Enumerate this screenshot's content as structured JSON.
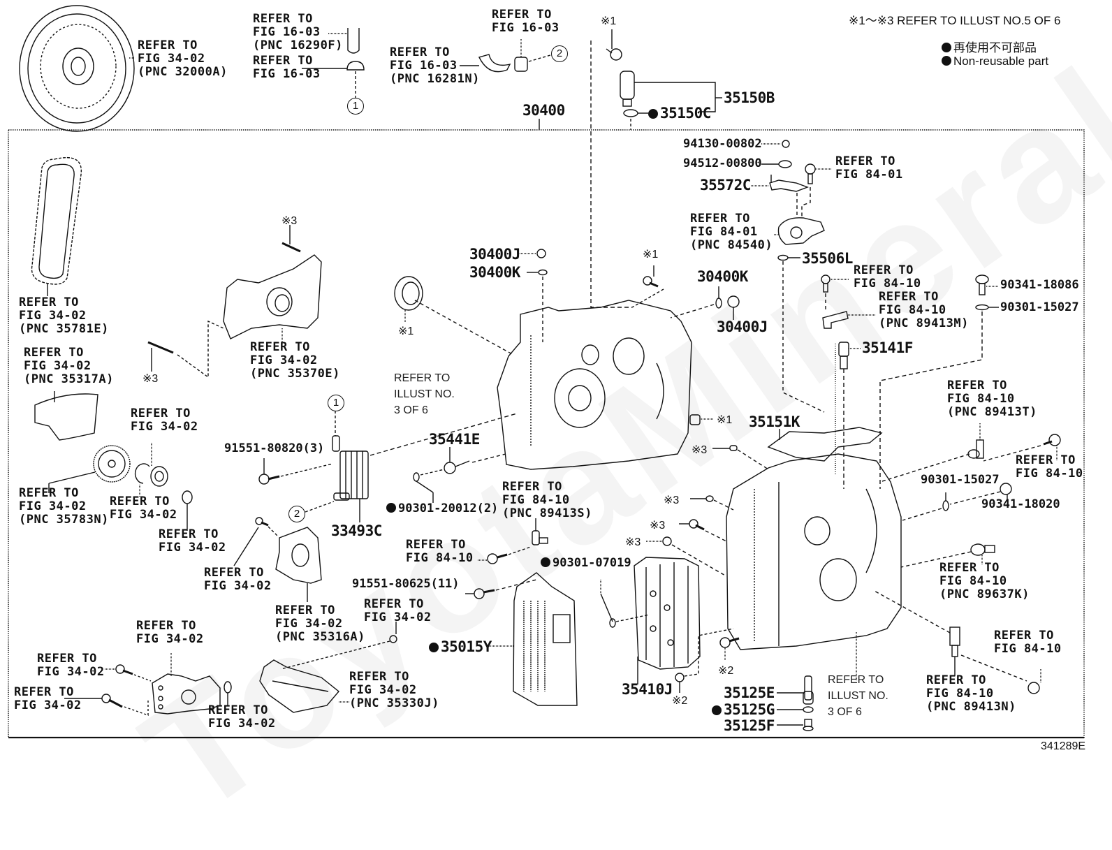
{
  "diagram": {
    "note": "※1～※3 REFER TO ILLUST NO.5 OF 6",
    "legend": [
      {
        "icon": "filled-circle-icon",
        "text": "再使用不可部品"
      },
      {
        "icon": "filled-circle-icon",
        "text": "Non-reusable part"
      }
    ],
    "illustration_id": "341289E",
    "watermark": "ToyotaMineral.ru",
    "assembly_pnc": "30400",
    "callout_1": "1",
    "callout_2": "2",
    "marks": {
      "m1": "※1",
      "m2": "※2",
      "m3": "※3"
    }
  },
  "labels": {
    "torque_converter": "REFER TO\nFIG 34-02\n(PNC 32000A)",
    "pipe_16290F": "REFER TO\nFIG 16-03\n(PNC 16290F)",
    "plug_16_03": "REFER TO\nFIG 16-03",
    "hose_16281N": "REFER TO\nFIG 16-03\n(PNC 16281N)",
    "clamp_16_03": "REFER TO\nFIG 16-03",
    "chain_35781E": "REFER TO\nFIG 34-02\n(PNC 35781E)",
    "guide_35317A": "REFER TO\nFIG 34-02\n(PNC 35317A)",
    "plate_35370E": "REFER TO\nFIG 34-02\n(PNC 35370E)",
    "sprocket_top": "REFER TO\nFIG 34-02",
    "sprocket_35783N": "REFER TO\nFIG 34-02\n(PNC 35783N)",
    "snap_ring": "REFER TO\nFIG 34-02",
    "oring_34_02": "REFER TO\nFIG 34-02",
    "bolt_cover": "REFER TO\nFIG 34-02",
    "cover_35316A": "REFER TO\nFIG 34-02\n(PNC 35316A)",
    "pump_top": "REFER TO\nFIG 34-02",
    "pump_bolt1": "REFER TO\nFIG 34-02",
    "pump_bolt2": "REFER TO\nFIG 34-02",
    "pump_oring": "REFER TO\nFIG 34-02",
    "strainer_bolt": "REFER TO\nFIG 34-02",
    "strainer_35330J": "REFER TO\nFIG 34-02\n(PNC 35330J)",
    "illust3_left": "REFER TO\nILLUST NO.\n3 OF 6",
    "illust3_right": "REFER TO\nILLUST NO.\n3 OF 6",
    "sensor_89413S": "REFER TO\nFIG 84-10\n(PNC 89413S)",
    "bolt_84_10_a": "REFER TO\nFIG 84-10",
    "bolt_84_01": "REFER TO\nFIG 84-01",
    "switch_84540": "REFER TO\nFIG 84-01\n(PNC 84540)",
    "bolt_84_10_b": "REFER TO\nFIG 84-10",
    "sensor_89413M": "REFER TO\nFIG 84-10\n(PNC 89413M)",
    "sensor_89413T": "REFER TO\nFIG 84-10\n(PNC 89413T)",
    "bolt_84_10_c": "REFER TO\nFIG 84-10",
    "sensor_89637K": "REFER TO\nFIG 84-10\n(PNC 89637K)",
    "bolt_84_10_d": "REFER TO\nFIG 84-10",
    "sensor_89413N": "REFER TO\nFIG 84-10\n(PNC 89413N)"
  },
  "parts": {
    "p35150B": {
      "number": "35150B",
      "non_reusable": false
    },
    "p35150C": {
      "number": "35150C",
      "non_reusable": true
    },
    "p94130": {
      "number": "94130-00802",
      "non_reusable": false
    },
    "p94512": {
      "number": "94512-00800",
      "non_reusable": false
    },
    "p35572C": {
      "number": "35572C",
      "non_reusable": false
    },
    "p35506L": {
      "number": "35506L",
      "non_reusable": false
    },
    "p30400J_a": {
      "number": "30400J",
      "non_reusable": false
    },
    "p30400K_a": {
      "number": "30400K",
      "non_reusable": false
    },
    "p30400K_b": {
      "number": "30400K",
      "non_reusable": false
    },
    "p30400J_b": {
      "number": "30400J",
      "non_reusable": false
    },
    "p35141F": {
      "number": "35141F",
      "non_reusable": false
    },
    "p90341_18086": {
      "number": "90341-18086",
      "non_reusable": false
    },
    "p90301_15027_a": {
      "number": "90301-15027",
      "non_reusable": false
    },
    "p35151K": {
      "number": "35151K",
      "non_reusable": false
    },
    "p90301_15027_b": {
      "number": "90301-15027",
      "non_reusable": false
    },
    "p90341_18020": {
      "number": "90341-18020",
      "non_reusable": false
    },
    "p35441E": {
      "number": "35441E",
      "non_reusable": false
    },
    "p91551_80820": {
      "number": "91551-80820(3)",
      "non_reusable": false
    },
    "p33493C": {
      "number": "33493C",
      "non_reusable": false
    },
    "p90301_20012": {
      "number": "90301-20012(2)",
      "non_reusable": true
    },
    "p90301_07019": {
      "number": "90301-07019",
      "non_reusable": true
    },
    "p91551_80625": {
      "number": "91551-80625(11)",
      "non_reusable": false
    },
    "p35015Y": {
      "number": "35015Y",
      "non_reusable": true
    },
    "p35410J": {
      "number": "35410J",
      "non_reusable": false
    },
    "p35125E": {
      "number": "35125E",
      "non_reusable": false
    },
    "p35125G": {
      "number": "35125G",
      "non_reusable": true
    },
    "p35125F": {
      "number": "35125F",
      "non_reusable": false
    }
  }
}
